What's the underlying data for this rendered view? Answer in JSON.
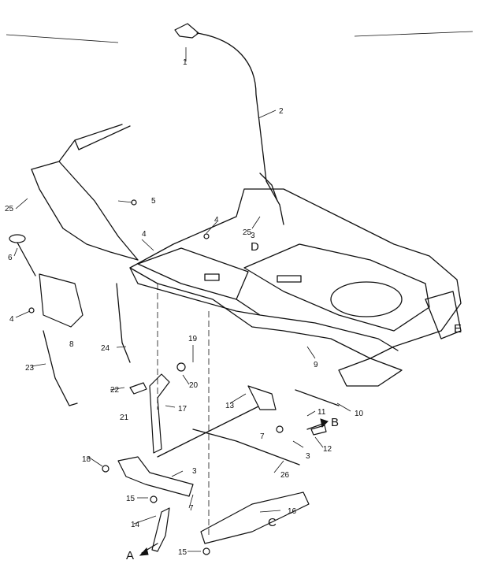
{
  "diagram": {
    "callouts": [
      "1",
      "2",
      "3",
      "3",
      "3",
      "4",
      "4",
      "4",
      "5",
      "6",
      "7",
      "7",
      "8",
      "9",
      "10",
      "11",
      "12",
      "13",
      "14",
      "15",
      "15",
      "16",
      "17",
      "18",
      "19",
      "20",
      "21",
      "22",
      "23",
      "24",
      "25",
      "25",
      "26"
    ],
    "letters": [
      "A",
      "B",
      "C",
      "D",
      "E"
    ]
  }
}
